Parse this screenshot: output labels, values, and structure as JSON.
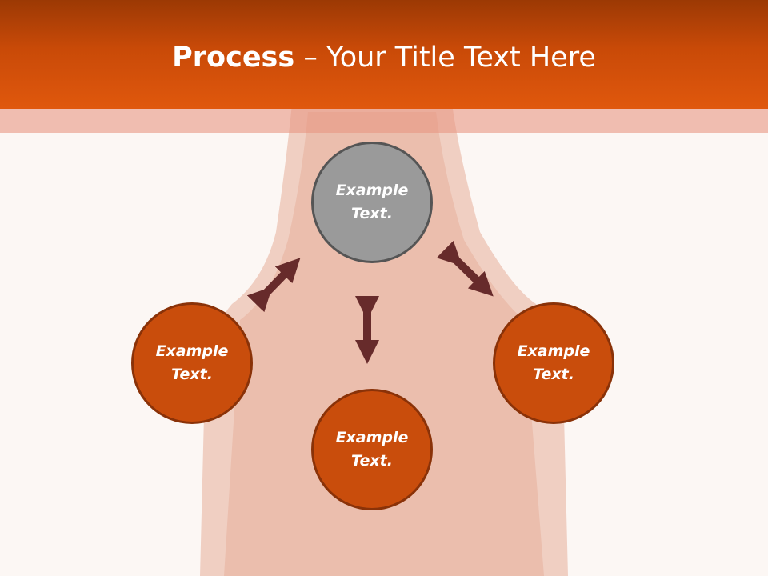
{
  "slide": {
    "title_bold": "Process",
    "title_rest": " – Your Title Text Here"
  },
  "nodes": {
    "top": "Example Text.",
    "left": "Example Text.",
    "right": "Example Text.",
    "bottom": "Example Text."
  },
  "colors": {
    "header": "#d9520b",
    "node_orange": "#c94d0c",
    "node_gray": "#9a9a9a",
    "arrow": "#672b2b"
  }
}
